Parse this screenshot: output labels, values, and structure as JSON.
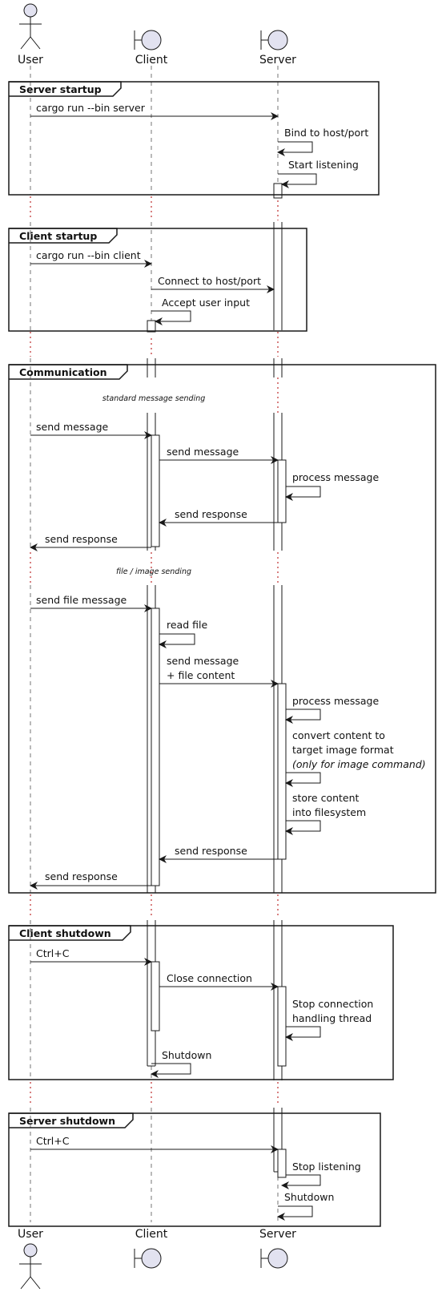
{
  "participants": [
    {
      "id": "user",
      "name": "User",
      "type": "actor"
    },
    {
      "id": "client",
      "name": "Client",
      "type": "boundary"
    },
    {
      "id": "server",
      "name": "Server",
      "type": "boundary"
    }
  ],
  "groups": {
    "server_startup": {
      "title": "Server startup",
      "messages": [
        "cargo run --bin server",
        "Bind to host/port",
        "Start listening"
      ]
    },
    "client_startup": {
      "title": "Client startup",
      "messages": [
        "cargo run --bin client",
        "Connect to host/port",
        "Accept user input"
      ]
    },
    "communication": {
      "title": "Communication",
      "divider_standard": "standard message sending",
      "divider_file": "file / image sending",
      "standard": [
        "send message",
        "send message",
        "process message",
        "send response",
        "send response"
      ],
      "file": {
        "send_file_message": "send file message",
        "read_file": "read file",
        "send_message_lines": [
          "send message",
          "+ file content"
        ],
        "process_message": "process message",
        "convert_lines": [
          "convert content to",
          "target image format"
        ],
        "convert_note": "(only for image command)",
        "store_lines": [
          "store content",
          "into filesystem"
        ],
        "send_response_server": "send response",
        "send_response_client": "send response"
      }
    },
    "client_shutdown": {
      "title": "Client shutdown",
      "messages": [
        "Ctrl+C",
        "Close connection",
        "Shutdown"
      ],
      "stop_lines": [
        "Stop connection",
        "handling thread"
      ]
    },
    "server_shutdown": {
      "title": "Server shutdown",
      "messages": [
        "Ctrl+C",
        "Stop listening",
        "Shutdown"
      ]
    }
  }
}
